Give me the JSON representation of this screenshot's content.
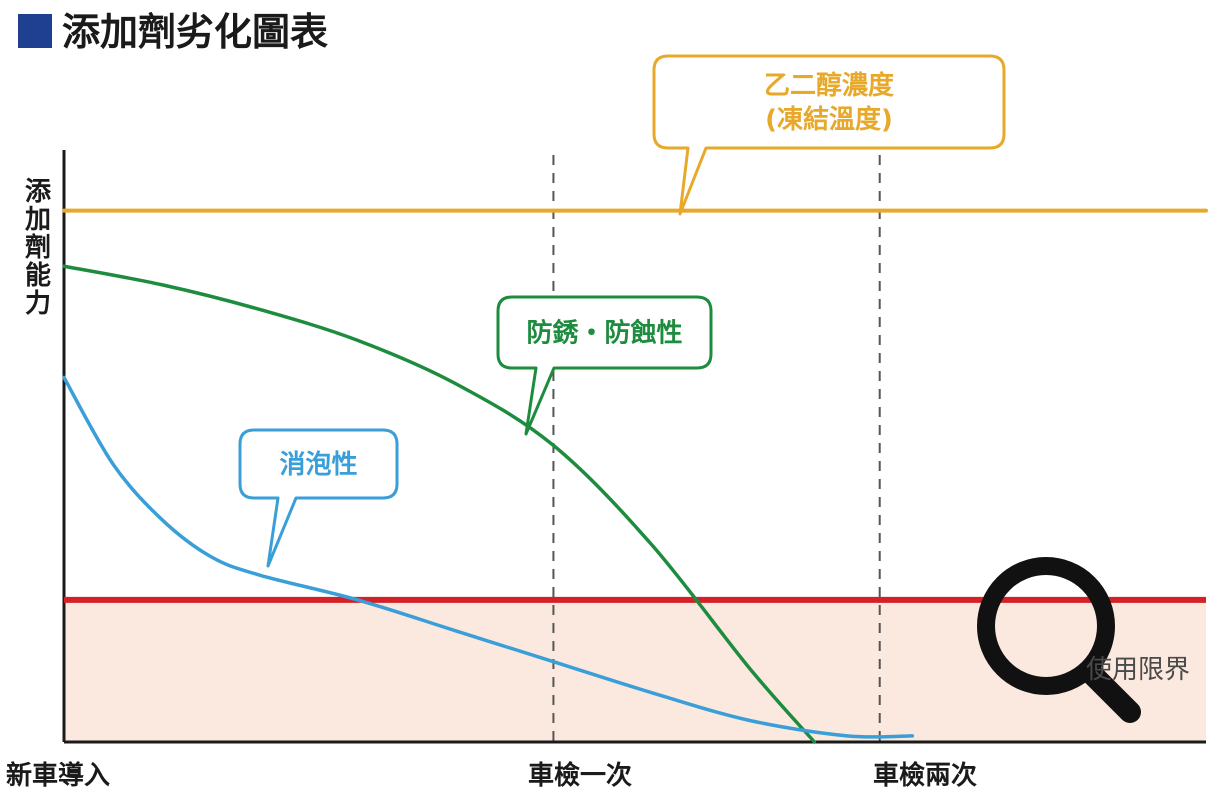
{
  "title": "添加劑劣化圖表",
  "chart_data": {
    "type": "line",
    "ylabel": "添加劑能力",
    "x_ticks": [
      "新車導入",
      "車檢一次",
      "車檢兩次"
    ],
    "limit_label": "使用限界",
    "series": [
      {
        "name": "乙二醇濃度\n(凍結溫度)",
        "name_lines": [
          "乙二醇濃度",
          "(凍結溫度)"
        ],
        "color": "#e8a82a",
        "points": [
          [
            0,
            8.6
          ],
          [
            3.5,
            8.6
          ]
        ]
      },
      {
        "name": "防銹・防蝕性",
        "name_lines": [
          "防銹・防蝕性"
        ],
        "color": "#1e8c3e",
        "points": [
          [
            0,
            7.7
          ],
          [
            0.3,
            7.4
          ],
          [
            0.6,
            7.0
          ],
          [
            0.9,
            6.5
          ],
          [
            1.2,
            5.8
          ],
          [
            1.5,
            4.8
          ],
          [
            1.8,
            3.2
          ],
          [
            2.1,
            1.2
          ],
          [
            2.3,
            0.0
          ]
        ]
      },
      {
        "name": "消泡性",
        "name_lines": [
          "消泡性"
        ],
        "color": "#3a9fd8",
        "points": [
          [
            0,
            5.9
          ],
          [
            0.15,
            4.5
          ],
          [
            0.3,
            3.6
          ],
          [
            0.45,
            3.0
          ],
          [
            0.6,
            2.7
          ],
          [
            0.9,
            2.3
          ],
          [
            1.2,
            1.8
          ],
          [
            1.5,
            1.3
          ],
          [
            1.8,
            0.8
          ],
          [
            2.1,
            0.35
          ],
          [
            2.4,
            0.1
          ],
          [
            2.6,
            0.1
          ]
        ]
      }
    ],
    "use_limit": 2.3,
    "limit_color": "#d42027",
    "limit_zone_color": "#fbe9df",
    "vertical_markers": [
      1.5,
      2.5
    ],
    "xlim": [
      0,
      3.5
    ],
    "ylim": [
      0,
      9.5
    ]
  },
  "icons": {
    "title_marker": "square-bullet-icon",
    "zoom": "magnifier-icon"
  },
  "colors": {
    "title_marker": "#1f3f91",
    "axis": "#1a1a1a",
    "marker_line": "#555555",
    "zoom_icon": "#111111"
  }
}
